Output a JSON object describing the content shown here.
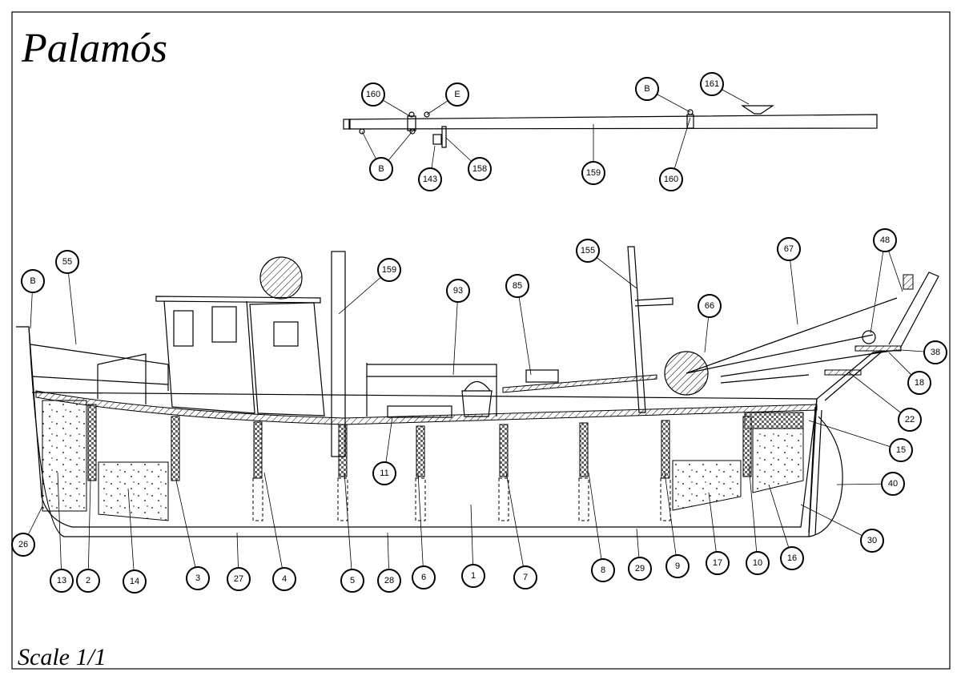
{
  "title": "Palamós",
  "scale_label": "Scale 1/1",
  "boom_callouts": [
    "160",
    "E",
    "B",
    "161",
    "B",
    "143",
    "158",
    "159",
    "160"
  ],
  "hull_callouts": [
    "B",
    "55",
    "159",
    "93",
    "85",
    "155",
    "67",
    "48",
    "66",
    "38",
    "18",
    "22",
    "15",
    "40",
    "30",
    "16",
    "10",
    "17",
    "9",
    "29",
    "8",
    "7",
    "1",
    "6",
    "28",
    "5",
    "4",
    "27",
    "3",
    "14",
    "2",
    "13",
    "26",
    "11"
  ]
}
